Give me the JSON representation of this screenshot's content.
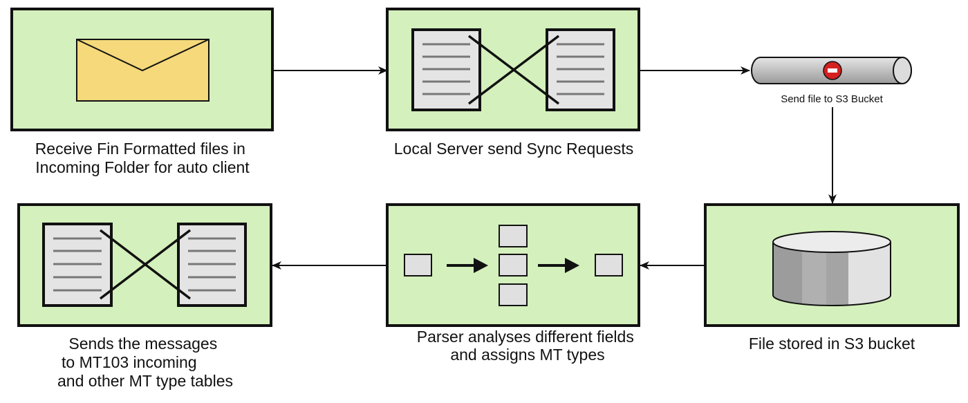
{
  "colors": {
    "step_fill": "#d4f0bc",
    "stroke": "#111111",
    "envelope": "#f5d97a",
    "document": "#e4e4e4",
    "pipe": "#c8c8c8",
    "stop_sign": "#d42020"
  },
  "steps": {
    "receive": {
      "icon": "envelope-icon",
      "label_lines": [
        "Receive Fin Formatted files in",
        "Incoming Folder for auto client"
      ]
    },
    "sync": {
      "icon": "document-exchange-icon",
      "label_lines": [
        "Local Server send Sync Requests"
      ]
    },
    "send_s3": {
      "icon": "pipe-with-stop-icon",
      "label_lines": [
        "Send file to S3 Bucket"
      ]
    },
    "stored": {
      "icon": "database-cylinder-icon",
      "label_lines": [
        "File stored in S3 bucket"
      ]
    },
    "parser": {
      "icon": "splitter-icon",
      "label_lines": [
        "Parser analyses different fields",
        "and assigns MT types"
      ]
    },
    "sends": {
      "icon": "document-exchange-icon",
      "label_lines": [
        "Sends the messages",
        "to MT103 incoming",
        "and other MT type tables"
      ]
    }
  }
}
